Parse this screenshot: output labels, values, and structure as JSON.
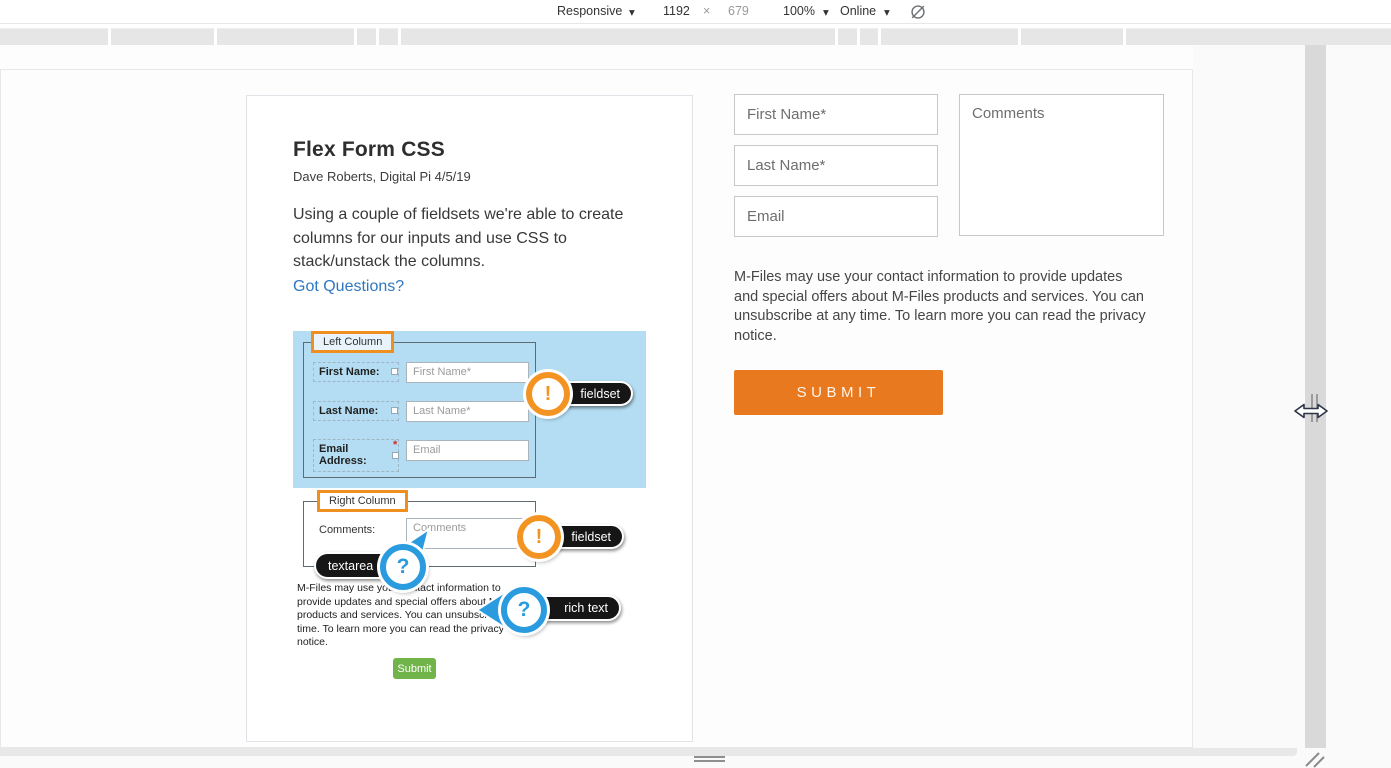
{
  "device_toolbar": {
    "mode_label": "Responsive",
    "viewport_width": "1192",
    "dimension_separator": "×",
    "viewport_height": "679",
    "zoom_level": "100%",
    "network_status": "Online",
    "caret": "▼"
  },
  "landing_page": {
    "card": {
      "title": "Flex Form CSS",
      "byline": "Dave Roberts, Digital Pi 4/5/19",
      "description": "Using a couple of fieldsets we're able to create columns for our inputs and use CSS to stack/unstack the columns.",
      "link_label": "Got Questions?"
    },
    "annotation_image": {
      "left_legend": "Left Column",
      "right_legend": "Right Column",
      "first_name_label": "First Name:",
      "last_name_label": "Last Name:",
      "email_label_line1": "Email",
      "email_label_line2": "Address:",
      "comments_label": "Comments:",
      "required_mark": "*",
      "first_name_placeholder": "First Name*",
      "last_name_placeholder": "Last Name*",
      "email_placeholder": "Email",
      "comments_placeholder": "Comments",
      "fieldset_badge": "fieldset",
      "textarea_badge": "textarea",
      "richtext_badge": "rich text",
      "exclamation": "!",
      "question_mark": "?",
      "privacy_note": "M-Files may use your contact information to provide updates and special offers about M-Files products and services. You can unsubscribe at any time. To learn more you can read the privacy notice.",
      "submit_label": "Submit"
    },
    "form": {
      "first_name_placeholder": "First Name*",
      "last_name_placeholder": "Last Name*",
      "email_placeholder": "Email",
      "comments_placeholder": "Comments",
      "privacy_text": "M-Files may use your contact information to provide updates and special offers about M-Files products and services. You can unsubscribe at any time. To learn more you can read the privacy notice.",
      "submit_label": "SUBMIT"
    }
  },
  "colors": {
    "accent_orange": "#e8791e",
    "annotation_orange": "#f39322",
    "annotation_blue": "#2b9be0",
    "link_blue": "#2e77c0",
    "submit_green": "#70b44a",
    "image_background_blue": "#b4ddf3"
  }
}
